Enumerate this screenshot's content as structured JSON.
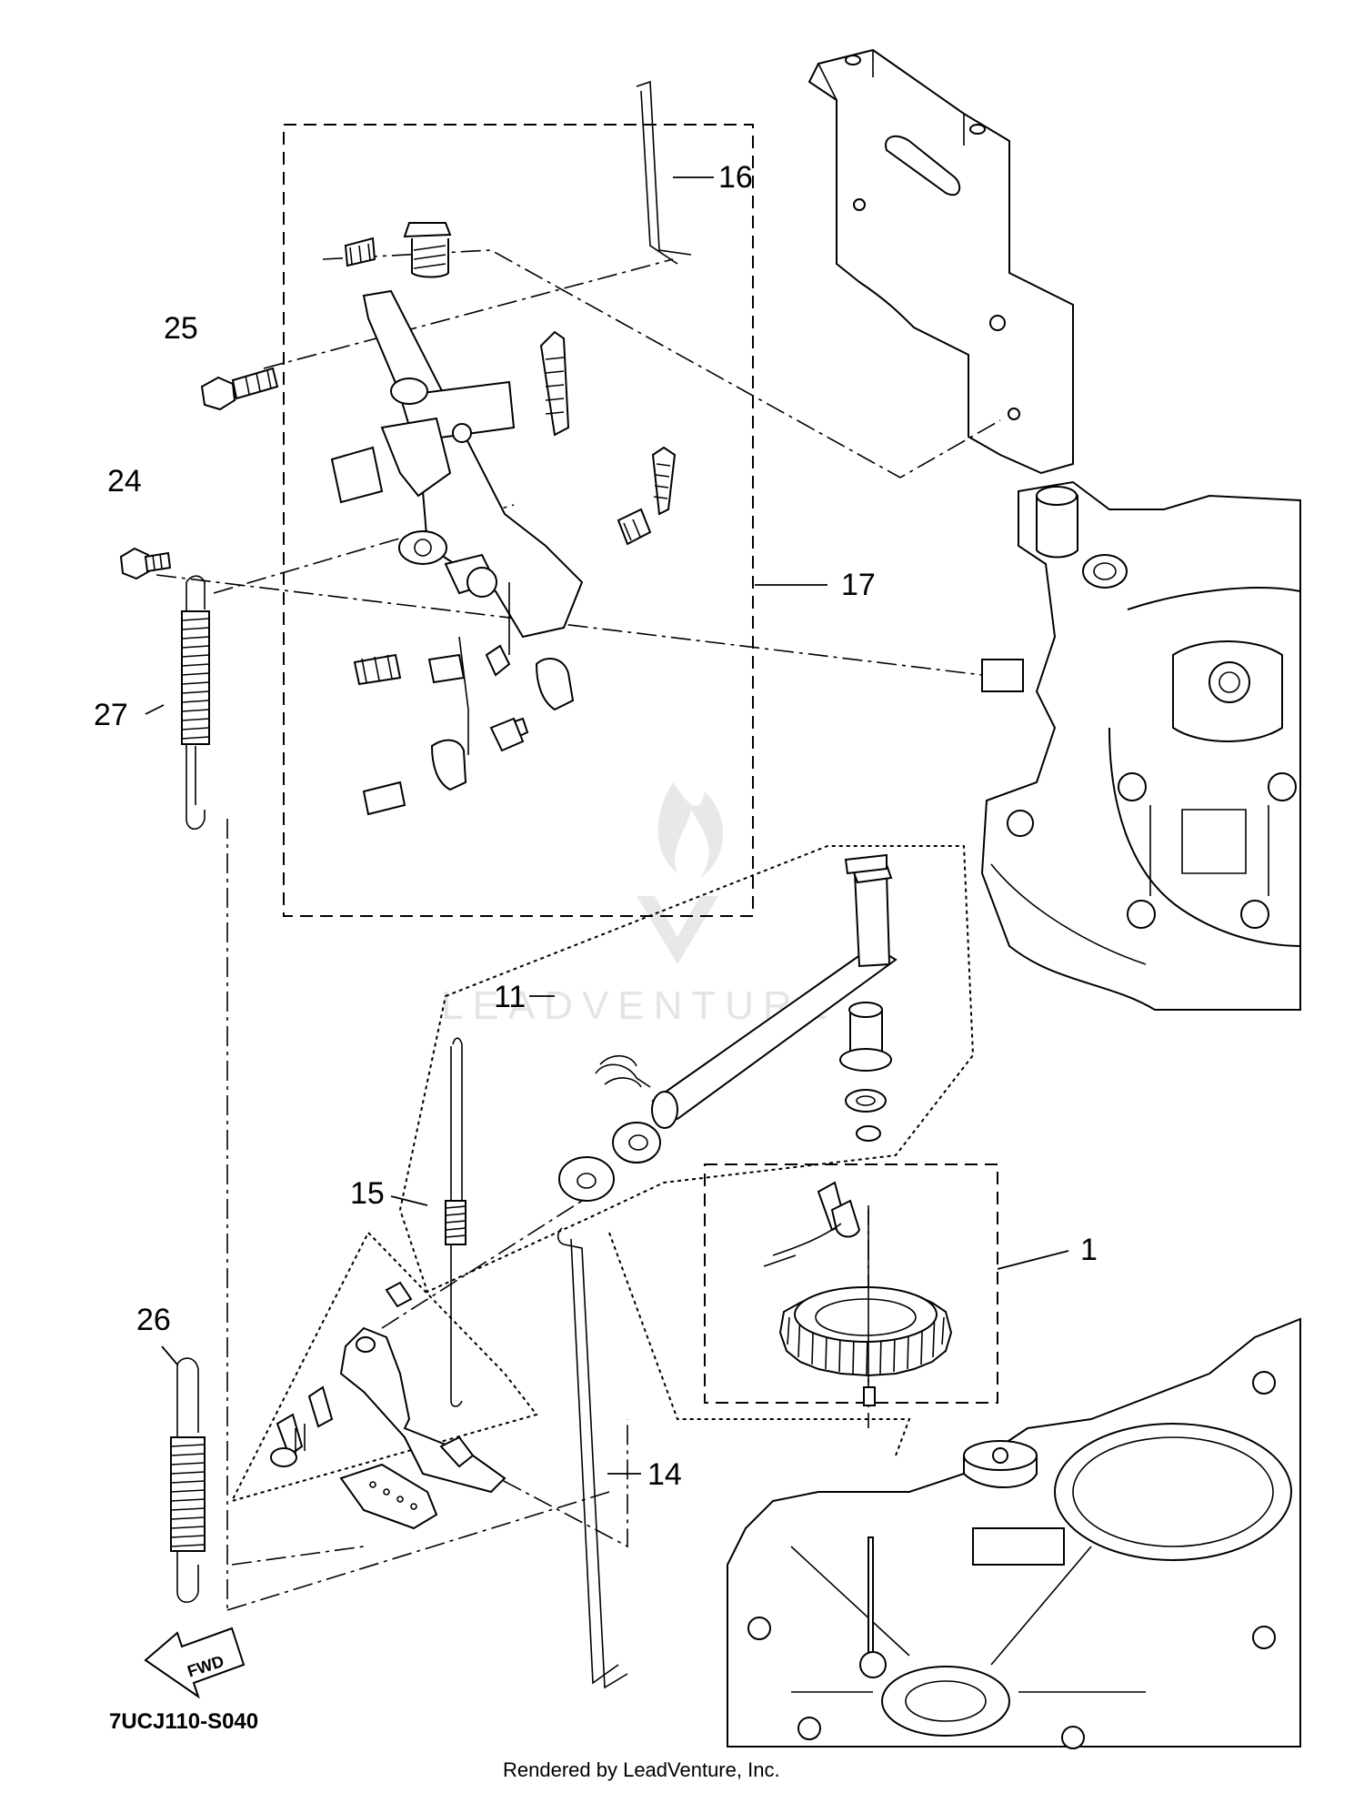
{
  "callouts": [
    {
      "id": "16",
      "label": "16"
    },
    {
      "id": "25",
      "label": "25"
    },
    {
      "id": "24",
      "label": "24"
    },
    {
      "id": "17",
      "label": "17"
    },
    {
      "id": "27",
      "label": "27"
    },
    {
      "id": "11",
      "label": "11"
    },
    {
      "id": "15",
      "label": "15"
    },
    {
      "id": "1",
      "label": "1"
    },
    {
      "id": "26",
      "label": "26"
    },
    {
      "id": "14",
      "label": "14"
    }
  ],
  "fwd_label": "FWD",
  "diagram_ref": "7UCJ110-S040",
  "watermark": "LEADVENTURE",
  "credit": "Rendered by LeadVenture, Inc.",
  "colors": {
    "line": "#000000",
    "background": "#ffffff",
    "shade": "#d8d8d8",
    "watermark": "#e2e2e2"
  }
}
